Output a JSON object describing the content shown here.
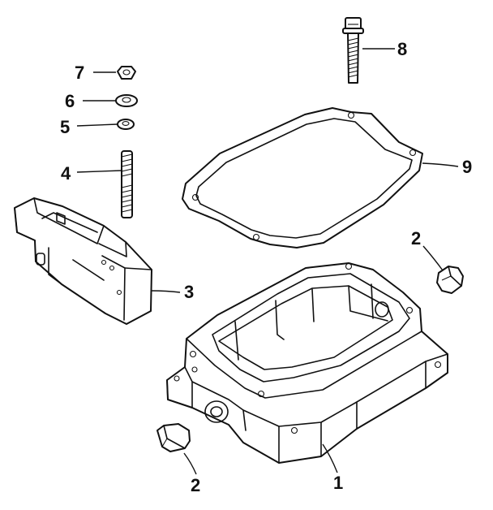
{
  "callouts": {
    "item1": "1",
    "item2_right": "2",
    "item2_left": "2",
    "item3": "3",
    "item4": "4",
    "item5": "5",
    "item6": "6",
    "item7": "7",
    "item8": "8",
    "item9": "9"
  }
}
